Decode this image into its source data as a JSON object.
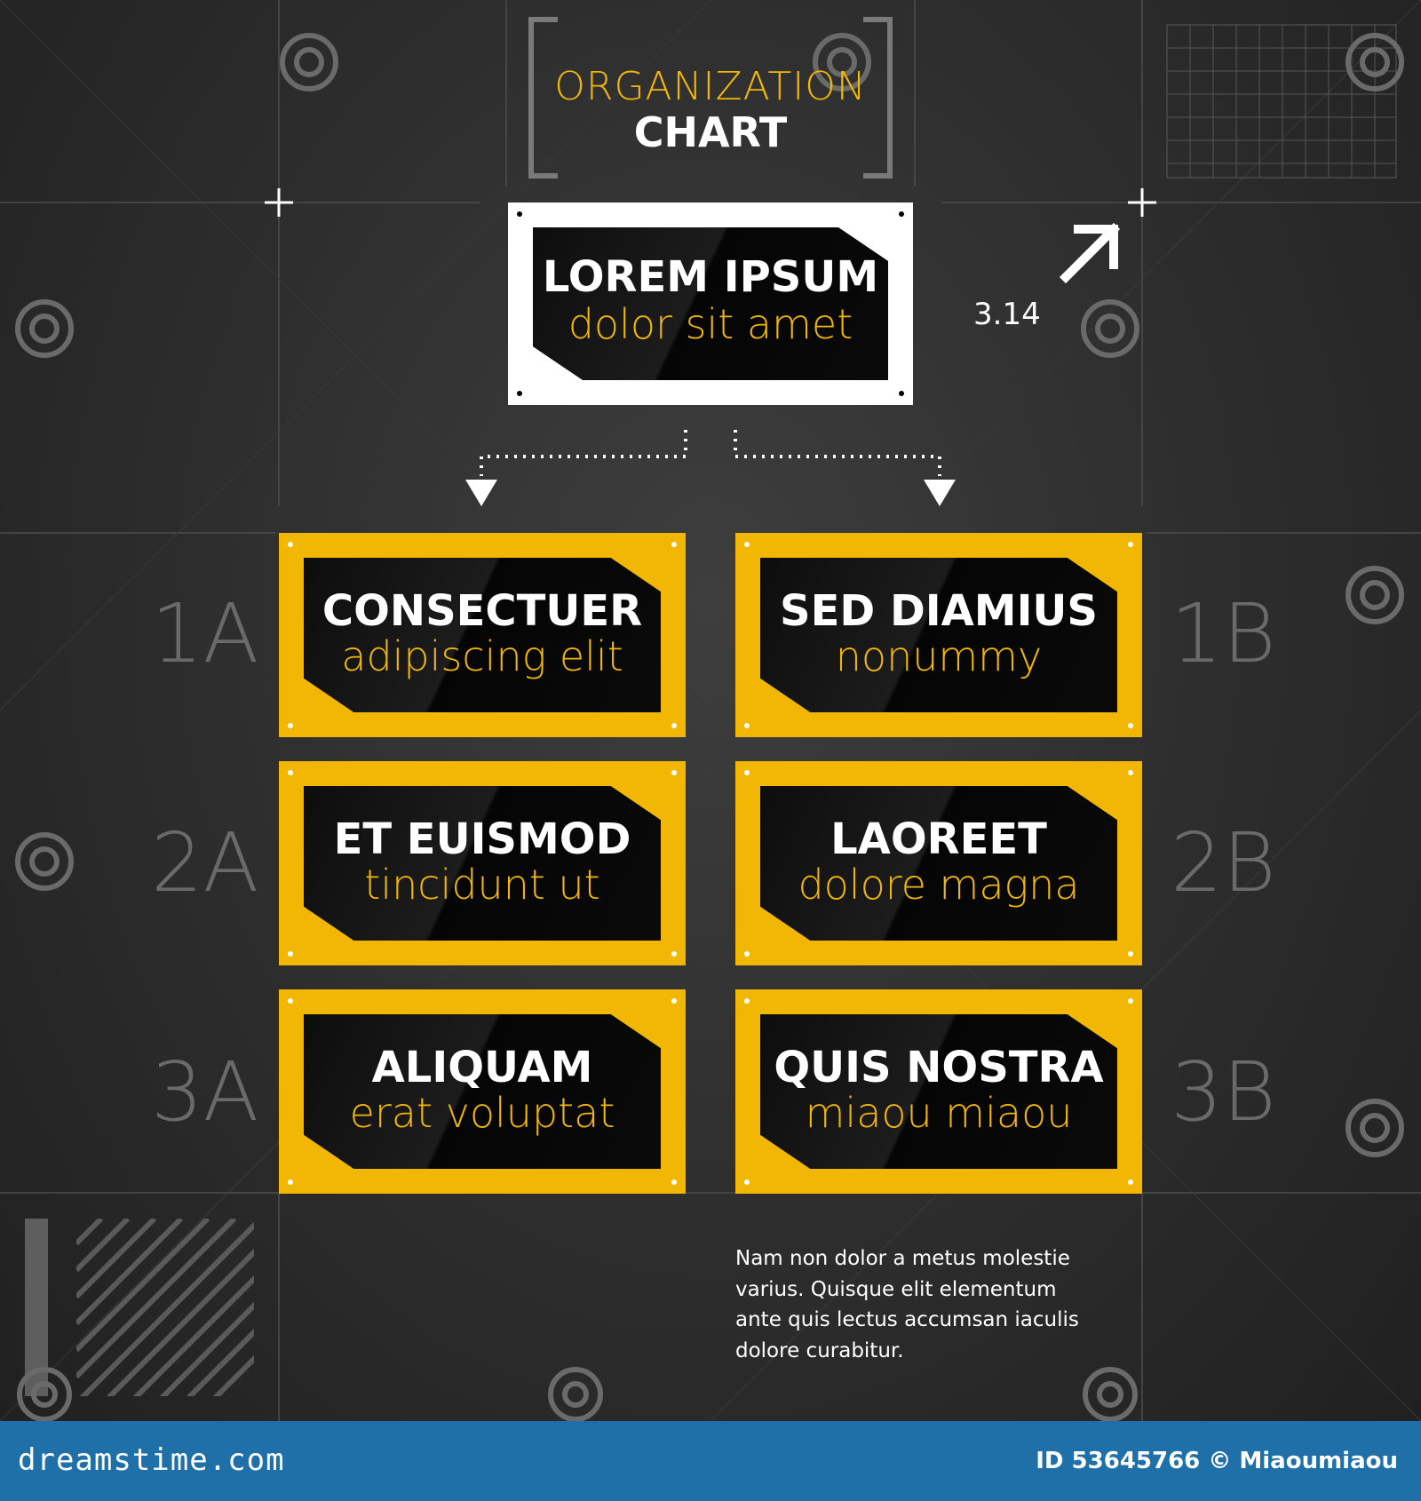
{
  "header": {
    "title_top": "ORGANIZATION",
    "title_bottom": "CHART"
  },
  "root": {
    "title": "LOREM IPSUM",
    "subtitle": "dolor sit amet"
  },
  "annotation": {
    "number": "3.14"
  },
  "nodes": [
    {
      "title": "CONSECTUER",
      "subtitle": "adipiscing elit"
    },
    {
      "title": "SED DIAMIUS",
      "subtitle": "nonummy"
    },
    {
      "title": "ET EUISMOD",
      "subtitle": "tincidunt ut"
    },
    {
      "title": "LAOREET",
      "subtitle": "dolore magna"
    },
    {
      "title": "ALIQUAM",
      "subtitle": "erat voluptat"
    },
    {
      "title": "QUIS NOSTRA",
      "subtitle": "miaou miaou"
    }
  ],
  "row_labels": {
    "r1a": "1A",
    "r1b": "1B",
    "r2a": "2A",
    "r2b": "2B",
    "r3a": "3A",
    "r3b": "3B"
  },
  "note": {
    "text": "Nam non dolor a metus molestie varius. Quisque elit elementum ante quis lectus accumsan iaculis dolore curabitur."
  },
  "footer": {
    "brand": "dreamstime.com",
    "credit": "ID 53645766 © Miaoumiaou"
  },
  "colors": {
    "accent": "#f2b705",
    "root_frame": "#ffffff",
    "footer_bar": "#1f6fa8"
  }
}
